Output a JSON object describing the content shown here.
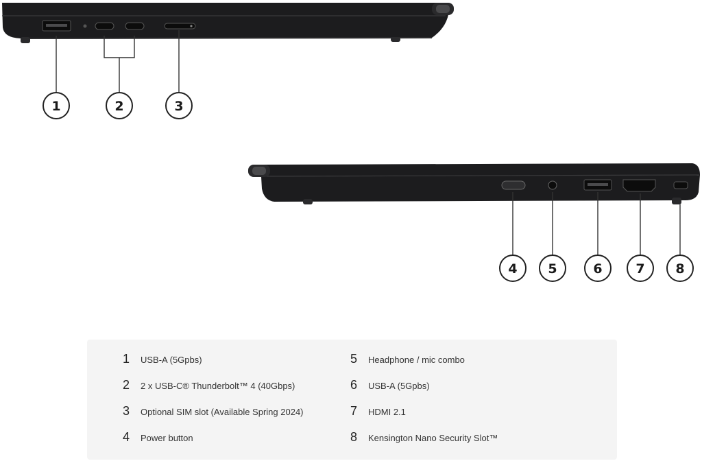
{
  "callouts": [
    "1",
    "2",
    "3",
    "4",
    "5",
    "6",
    "7",
    "8"
  ],
  "legend": {
    "left": [
      {
        "num": "1",
        "text": "USB-A (5Gpbs)"
      },
      {
        "num": "2",
        "text": "2 x USB-C® Thunderbolt™ 4 (40Gbps)"
      },
      {
        "num": "3",
        "text": "Optional SIM slot (Available Spring 2024)"
      },
      {
        "num": "4",
        "text": "Power button"
      }
    ],
    "right": [
      {
        "num": "5",
        "text": "Headphone / mic combo"
      },
      {
        "num": "6",
        "text": "USB-A (5Gpbs)"
      },
      {
        "num": "7",
        "text": "HDMI 2.1"
      },
      {
        "num": "8",
        "text": "Kensington Nano Security Slot™"
      }
    ]
  },
  "colors": {
    "chassis": "#1c1c1e",
    "chassis_edge": "#3a3a3c",
    "legend_bg": "#f4f4f4",
    "callout_stroke": "#222222"
  }
}
